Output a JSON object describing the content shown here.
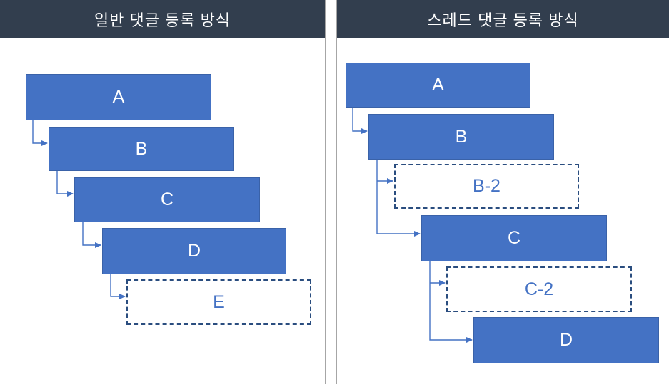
{
  "colors": {
    "header_bg": "#323e4e",
    "header_text": "#ffffff",
    "box_fill": "#4472c4",
    "box_border": "#3a62a8",
    "box_text": "#ffffff",
    "dashed_border": "#2a4d7f",
    "dashed_text": "#4472c4",
    "connector": "#4472c4",
    "divider": "#a6a6a6",
    "background": "#ffffff"
  },
  "left_panel": {
    "title": "일반 댓글 등록 방식",
    "boxes": [
      {
        "label": "A",
        "style": "solid"
      },
      {
        "label": "B",
        "style": "solid"
      },
      {
        "label": "C",
        "style": "solid"
      },
      {
        "label": "D",
        "style": "solid"
      },
      {
        "label": "E",
        "style": "dashed"
      }
    ],
    "edges": [
      "A→B",
      "B→C",
      "C→D",
      "D→E"
    ]
  },
  "right_panel": {
    "title": "스레드 댓글 등록 방식",
    "boxes": [
      {
        "label": "A",
        "style": "solid"
      },
      {
        "label": "B",
        "style": "solid"
      },
      {
        "label": "B-2",
        "style": "dashed"
      },
      {
        "label": "C",
        "style": "solid"
      },
      {
        "label": "C-2",
        "style": "dashed"
      },
      {
        "label": "D",
        "style": "solid"
      }
    ],
    "edges": [
      "A→B",
      "B→B-2",
      "B→C",
      "C→C-2",
      "C→D"
    ]
  }
}
